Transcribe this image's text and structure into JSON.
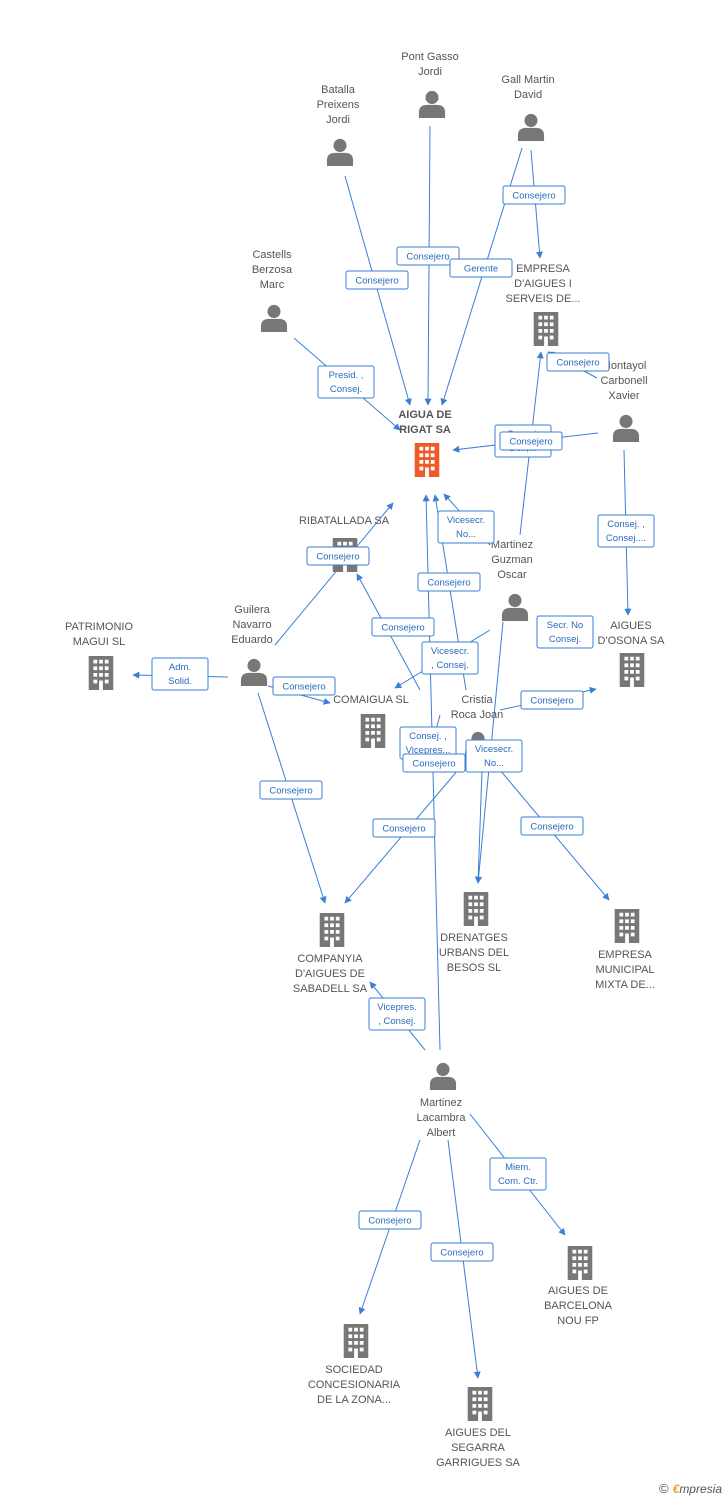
{
  "colors": {
    "edge": "#3a7fd5",
    "node": "#777777",
    "main_node": "#f05a28",
    "label": "#555555"
  },
  "nodes": [
    {
      "id": "aigua_rigat",
      "type": "company",
      "main": true,
      "label": [
        "AIGUA DE",
        "RIGAT SA"
      ]
    },
    {
      "id": "pont_gasso",
      "type": "person",
      "label": [
        "Pont Gasso",
        "Jordi"
      ]
    },
    {
      "id": "batalla",
      "type": "person",
      "label": [
        "Batalla",
        "Preixens",
        "Jordi"
      ]
    },
    {
      "id": "gall_martin",
      "type": "person",
      "label": [
        "Gall Martin",
        "David"
      ]
    },
    {
      "id": "castells",
      "type": "person",
      "label": [
        "Castells",
        "Berzosa",
        "Marc"
      ]
    },
    {
      "id": "empresa_aigues_serveis",
      "type": "company",
      "label": [
        "EMPRESA",
        "D'AIGUES I",
        "SERVEIS DE..."
      ]
    },
    {
      "id": "montayol",
      "type": "person",
      "label": [
        "Montayol",
        "Carbonell",
        "Xavier"
      ]
    },
    {
      "id": "ribatallada",
      "type": "company",
      "label": [
        "RIBATALLADA SA"
      ]
    },
    {
      "id": "martinez_guzman",
      "type": "person",
      "label": [
        "Martinez",
        "Guzman",
        "Oscar"
      ]
    },
    {
      "id": "patrimonio_magui",
      "type": "company",
      "label": [
        "PATRIMONIO",
        "MAGUI SL"
      ]
    },
    {
      "id": "guilera",
      "type": "person",
      "label": [
        "Guilera",
        "Navarro",
        "Eduardo"
      ]
    },
    {
      "id": "aigues_osona",
      "type": "company",
      "label": [
        "AIGUES",
        "D'OSONA SA"
      ]
    },
    {
      "id": "comaigua",
      "type": "company",
      "label": [
        "COMAIGUA  SL"
      ]
    },
    {
      "id": "cristia_roca",
      "type": "person",
      "label": [
        "Cristia",
        "Roca Joan"
      ]
    },
    {
      "id": "companyia_sabadell",
      "type": "company",
      "label": [
        "COMPANYIA",
        "D'AIGUES DE",
        "SABADELL SA"
      ]
    },
    {
      "id": "drenatges",
      "type": "company",
      "label": [
        "DRENATGES",
        "URBANS DEL",
        "BESOS SL"
      ]
    },
    {
      "id": "empresa_municipal",
      "type": "company",
      "label": [
        "EMPRESA",
        "MUNICIPAL",
        "MIXTA DE..."
      ]
    },
    {
      "id": "martinez_lacambra",
      "type": "person",
      "label": [
        "Martinez",
        "Lacambra",
        "Albert"
      ]
    },
    {
      "id": "aigues_barcelona",
      "type": "company",
      "label": [
        "AIGUES DE",
        "BARCELONA",
        "NOU FP"
      ]
    },
    {
      "id": "sociedad_concesionaria",
      "type": "company",
      "label": [
        "SOCIEDAD",
        "CONCESIONARIA",
        "DE LA ZONA..."
      ]
    },
    {
      "id": "aigues_segarra",
      "type": "company",
      "label": [
        "AIGUES DEL",
        "SEGARRA",
        "GARRIGUES SA"
      ]
    }
  ],
  "edges": [
    {
      "from": "pont_gasso",
      "to": "aigua_rigat",
      "label": [
        "Consejero"
      ]
    },
    {
      "from": "batalla",
      "to": "aigua_rigat",
      "label": [
        "Consejero"
      ]
    },
    {
      "from": "gall_martin",
      "to": "aigua_rigat",
      "label": [
        "Gerente"
      ]
    },
    {
      "from": "gall_martin",
      "to": "empresa_aigues_serveis",
      "label": [
        "Consejero"
      ]
    },
    {
      "from": "castells",
      "to": "aigua_rigat",
      "label": [
        "Presid. ,",
        "Consej."
      ]
    },
    {
      "from": "montayol",
      "to": "aigua_rigat",
      "label": [
        "Consej.",
        "Del.,..."
      ]
    },
    {
      "from": "montayol",
      "to": "empresa_aigues_serveis",
      "label": [
        "Consejero"
      ]
    },
    {
      "from": "montayol",
      "to": "aigues_osona",
      "label": [
        "Consej. ,",
        "Consej...."
      ]
    },
    {
      "from": "martinez_guzman",
      "to": "aigua_rigat",
      "label": [
        "Vicesecr.",
        "No..."
      ]
    },
    {
      "from": "martinez_guzman",
      "to": "empresa_aigues_serveis",
      "label": [
        "Consejero"
      ]
    },
    {
      "from": "martinez_guzman",
      "to": "comaigua",
      "label": [
        "Vicesecr.",
        ", Consej."
      ]
    },
    {
      "from": "martinez_guzman",
      "to": "drenatges",
      "label": [
        "Secr.  No",
        "Consej."
      ]
    },
    {
      "from": "guilera",
      "to": "ribatallada",
      "label": [
        "Consejero"
      ]
    },
    {
      "from": "guilera",
      "to": "patrimonio_magui",
      "label": [
        "Adm.",
        "Solid."
      ]
    },
    {
      "from": "guilera",
      "to": "comaigua",
      "label": [
        "Consejero"
      ]
    },
    {
      "from": "guilera",
      "to": "companyia_sabadell",
      "label": [
        "Consejero"
      ]
    },
    {
      "from": "cristia_roca",
      "to": "aigua_rigat",
      "label": [
        "Consejero"
      ]
    },
    {
      "from": "cristia_roca",
      "to": "ribatallada",
      "label": [
        "Consejero"
      ]
    },
    {
      "from": "cristia_roca",
      "to": "aigues_osona",
      "label": [
        "Consejero"
      ]
    },
    {
      "from": "cristia_roca",
      "to": "drenatges",
      "label": [
        "Vicesecr.",
        "No..."
      ]
    },
    {
      "from": "cristia_roca",
      "to": "companyia_sabadell",
      "label": [
        "Consejero"
      ]
    },
    {
      "from": "cristia_roca",
      "to": "empresa_municipal",
      "label": [
        "Consejero"
      ]
    },
    {
      "from": "cristia_roca",
      "to": "comaigua",
      "label": [
        "Consej. ,",
        "Vicepres..."
      ]
    },
    {
      "from": "martinez_lacambra",
      "to": "aigua_rigat",
      "label": [
        "Consejero"
      ]
    },
    {
      "from": "martinez_lacambra",
      "to": "companyia_sabadell",
      "label": [
        "Vicepres.",
        ", Consej."
      ]
    },
    {
      "from": "martinez_lacambra",
      "to": "aigues_barcelona",
      "label": [
        "Miem.",
        "Com. Ctr."
      ]
    },
    {
      "from": "martinez_lacambra",
      "to": "sociedad_concesionaria",
      "label": [
        "Consejero"
      ]
    },
    {
      "from": "martinez_lacambra",
      "to": "aigues_segarra",
      "label": [
        "Consejero"
      ]
    }
  ],
  "footer": {
    "copyright_symbol": "©",
    "brand_initial": "€",
    "brand_rest": "mpresia"
  }
}
